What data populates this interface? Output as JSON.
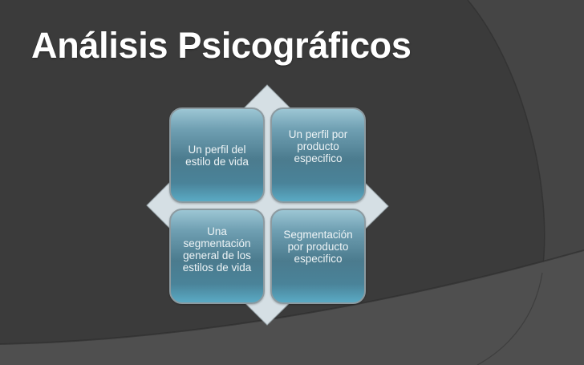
{
  "slide": {
    "title": "Análisis Psicográficos",
    "colors": {
      "background": "#3b3b3b",
      "background_band": "#4f4f4f",
      "diamond": "#d5dfe4",
      "box_top": "#9cc6d4",
      "box_mid": "#4b7b8e",
      "box_bottom": "#5aaac4",
      "text": "#ffffff"
    },
    "matrix": {
      "cells": [
        {
          "label": "Un perfil del estilo de vida"
        },
        {
          "label": "Un perfil por producto especifico"
        },
        {
          "label": "Una segmentación general de los estilos de vida"
        },
        {
          "label": "Segmentación por producto especifico"
        }
      ]
    }
  }
}
